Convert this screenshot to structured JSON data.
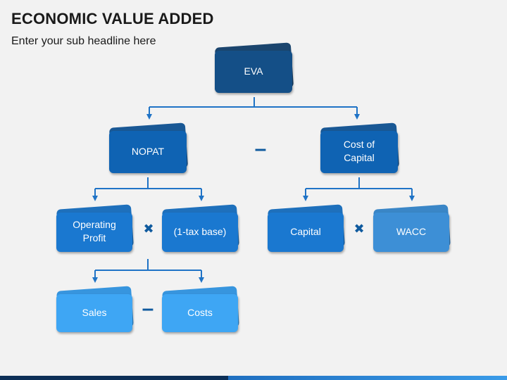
{
  "header": {
    "title": "ECONOMIC VALUE ADDED",
    "subtitle": "Enter your sub headline here"
  },
  "nodes": {
    "eva": "EVA",
    "nopat": "NOPAT",
    "cost_of_capital_line1": "Cost of",
    "cost_of_capital_line2": "Capital",
    "operating_profit_line1": "Operating",
    "operating_profit_line2": "Profit",
    "tax_base": "(1-tax base)",
    "capital": "Capital",
    "wacc": "WACC",
    "sales": "Sales",
    "costs": "Costs"
  },
  "operators": {
    "minus": "–",
    "times": "✖"
  },
  "colors": {
    "connector": "#1f73c6",
    "dark_node": "#144f87",
    "mid_node": "#0f63b3",
    "light_node": "#3d8fd6",
    "sky_node": "#3ea6f4"
  }
}
